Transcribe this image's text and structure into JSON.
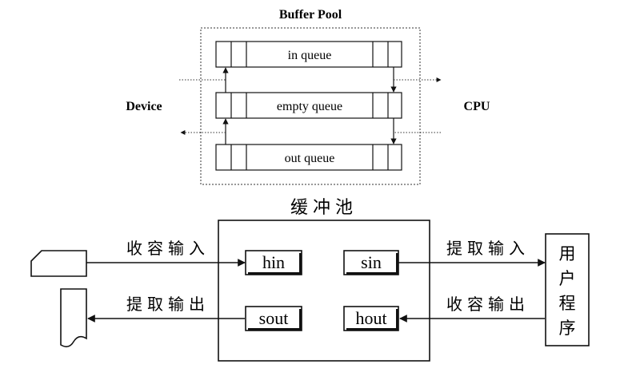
{
  "top_diagram": {
    "title": "Buffer Pool",
    "left_label": "Device",
    "right_label": "CPU",
    "queues": {
      "in": "in queue",
      "empty": "empty queue",
      "out": "out queue"
    }
  },
  "bottom_diagram": {
    "title": "缓冲池",
    "buffers": {
      "hin": "hin",
      "sin": "sin",
      "sout": "sout",
      "hout": "hout"
    },
    "flows": {
      "collect_input": "收容输入",
      "extract_input": "提取输入",
      "extract_output": "提取输出",
      "collect_output": "收容输出"
    },
    "program_label": [
      "用",
      "户",
      "程",
      "序"
    ]
  },
  "colors": {
    "line": "#111111",
    "dotted": "#333333",
    "background": "#ffffff"
  }
}
